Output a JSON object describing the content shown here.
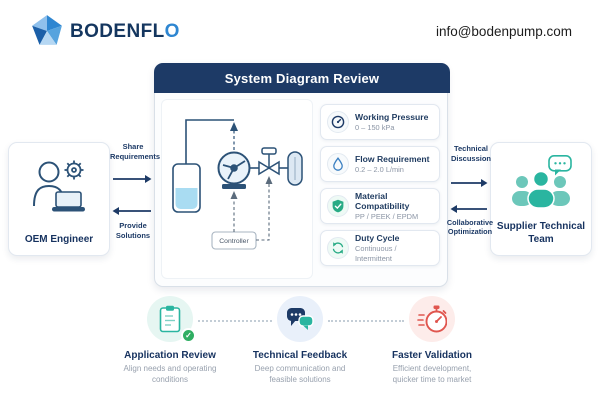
{
  "header": {
    "brand_main": "BODENFL",
    "brand_o": "O",
    "email": "info@bodenpump.com"
  },
  "panel": {
    "title": "System Diagram Review",
    "controller_label": "Controller",
    "specs": [
      {
        "icon": "gauge-icon",
        "title": "Working Pressure",
        "value": "0 – 150 kPa"
      },
      {
        "icon": "droplet-icon",
        "title": "Flow Requirement",
        "value": "0.2 – 2.0 L/min"
      },
      {
        "icon": "shield-check-icon",
        "title": "Material Compatibility",
        "value": "PP / PEEK / EPDM"
      },
      {
        "icon": "cycle-icon",
        "title": "Duty Cycle",
        "value": "Continuous / Intermittent"
      }
    ]
  },
  "actors": {
    "left": "OEM Engineer",
    "right": "Supplier Technical Team"
  },
  "flows": {
    "share_requirements": "Share Requirements",
    "provide_solutions": "Provide Solutions",
    "technical_discussion": "Technical Discussion",
    "collaborative_optimization": "Collaborative Optimization"
  },
  "benefits": [
    {
      "icon": "clipboard-check-icon",
      "title": "Application Review",
      "desc": "Align needs and operating conditions"
    },
    {
      "icon": "chat-bubbles-icon",
      "title": "Technical Feedback",
      "desc": "Deep communication and feasible solutions"
    },
    {
      "icon": "stopwatch-icon",
      "title": "Faster Validation",
      "desc": "Efficient development, quicker time to market"
    }
  ],
  "colors": {
    "navy": "#1d3a66",
    "teal": "#2ab5a0",
    "green": "#2fae62",
    "red": "#e0564f",
    "blue": "#3a7fc1"
  }
}
